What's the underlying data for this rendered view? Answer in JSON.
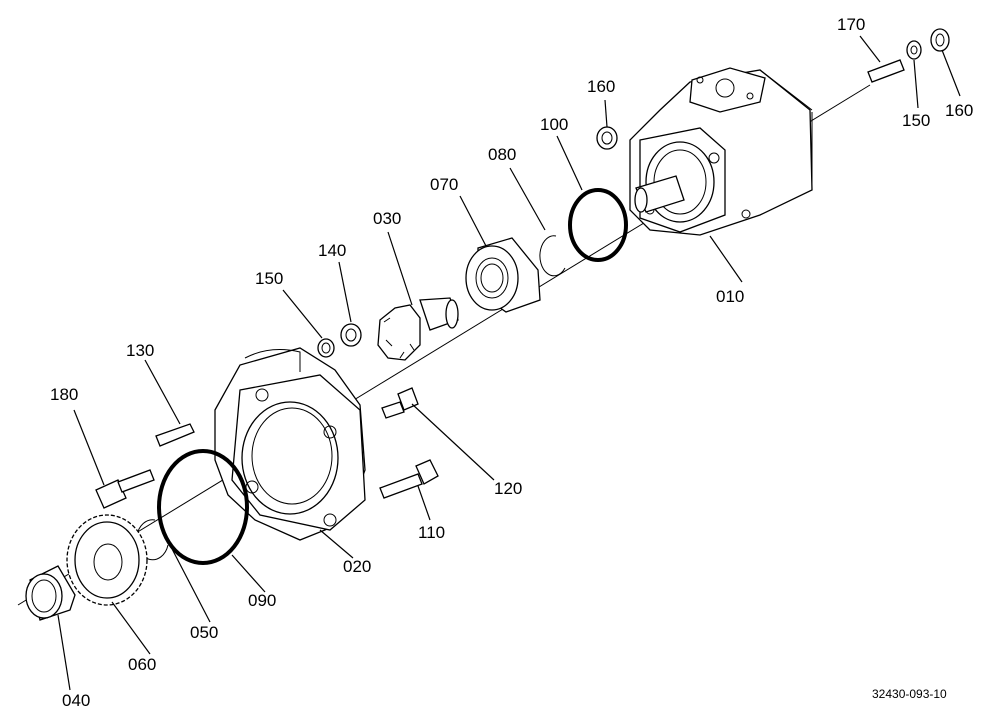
{
  "labels": {
    "p010": "010",
    "p020": "020",
    "p030": "030",
    "p040": "040",
    "p050": "050",
    "p060": "060",
    "p070": "070",
    "p080": "080",
    "p090": "090",
    "p100": "100",
    "p110": "110",
    "p120": "120",
    "p130": "130",
    "p140": "140",
    "p150a": "150",
    "p150b": "150",
    "p160a": "160",
    "p160b": "160",
    "p170": "170",
    "p180": "180"
  },
  "reference_code": "32430-093-10"
}
